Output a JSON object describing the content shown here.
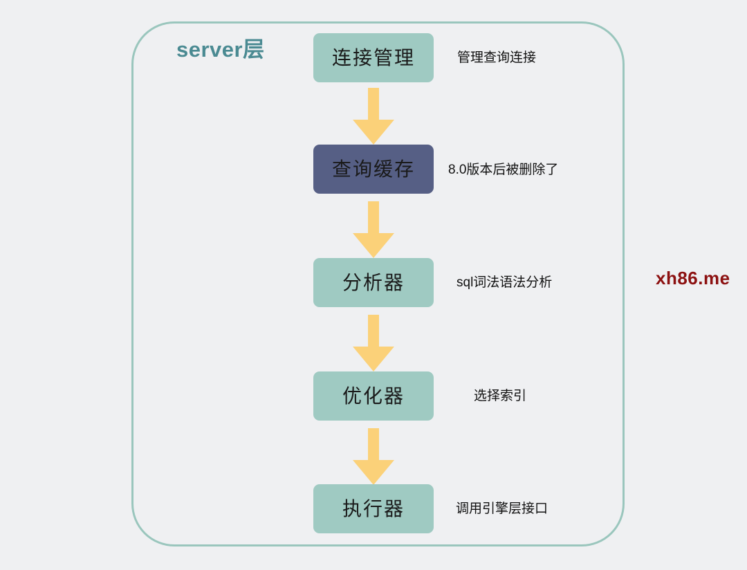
{
  "diagram": {
    "type": "flowchart",
    "orientation": "vertical",
    "title": "server层",
    "background_color": "#eff0f2",
    "container": {
      "border_color": "#9ac6bd",
      "label": "server层"
    },
    "colors": {
      "node_green": "#9fcac2",
      "node_slate": "#565f85",
      "arrow": "#fbd179",
      "title": "#4a8a92",
      "text": "#111111",
      "watermark": "#8c1111"
    },
    "nodes": [
      {
        "id": "connection-management",
        "label": "连接管理",
        "description": "管理查询连接",
        "style": "green"
      },
      {
        "id": "query-cache",
        "label": "查询缓存",
        "description": "8.0版本后被删除了",
        "style": "slate"
      },
      {
        "id": "analyzer",
        "label": "分析器",
        "description": "sql词法语法分析",
        "style": "green"
      },
      {
        "id": "optimizer",
        "label": "优化器",
        "description": "选择索引",
        "style": "green"
      },
      {
        "id": "executor",
        "label": "执行器",
        "description": "调用引擎层接口",
        "style": "green"
      }
    ],
    "edges": [
      {
        "from": "connection-management",
        "to": "query-cache",
        "shape": "down-arrow"
      },
      {
        "from": "query-cache",
        "to": "analyzer",
        "shape": "down-arrow"
      },
      {
        "from": "analyzer",
        "to": "optimizer",
        "shape": "down-arrow"
      },
      {
        "from": "optimizer",
        "to": "executor",
        "shape": "down-arrow"
      }
    ]
  },
  "watermark": {
    "text": "xh86.me"
  }
}
